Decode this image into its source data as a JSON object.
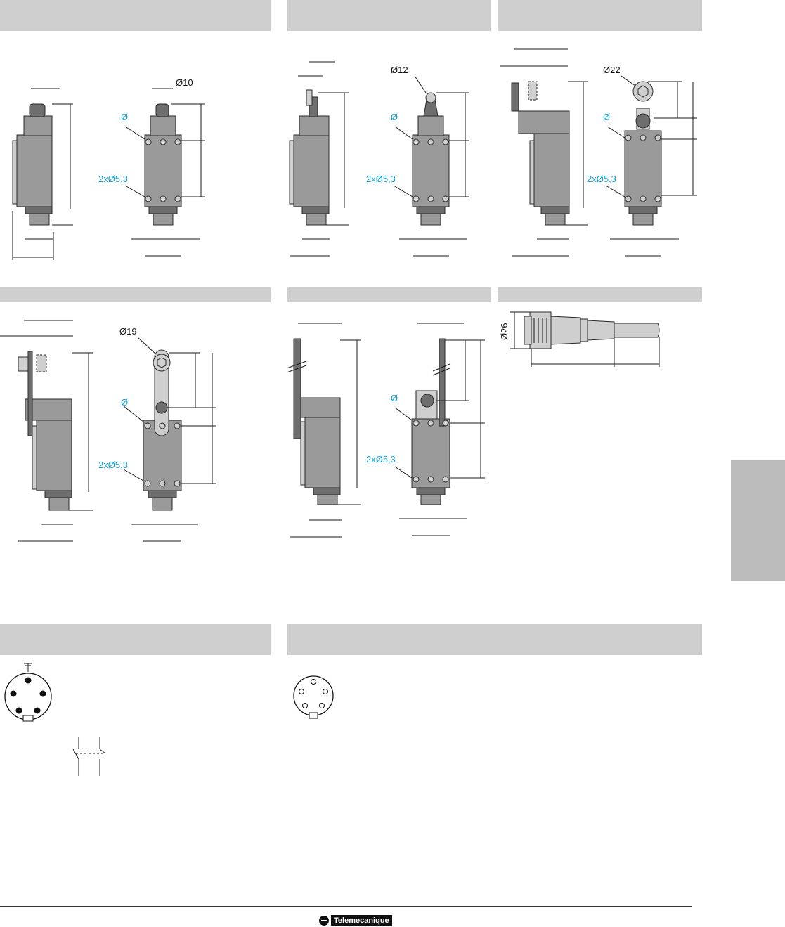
{
  "dimension_labels": {
    "dia10": "Ø10",
    "dia12": "Ø12",
    "dia22": "Ø22",
    "dia19": "Ø19",
    "dia26": "Ø26",
    "dia": "Ø",
    "holes": "2xØ5,3"
  },
  "logo": {
    "brand": "Telemecanique"
  },
  "colors": {
    "header_band": "#cfcfcf",
    "side_tab": "#bcbcbc",
    "callout": "#1aa3d6"
  }
}
